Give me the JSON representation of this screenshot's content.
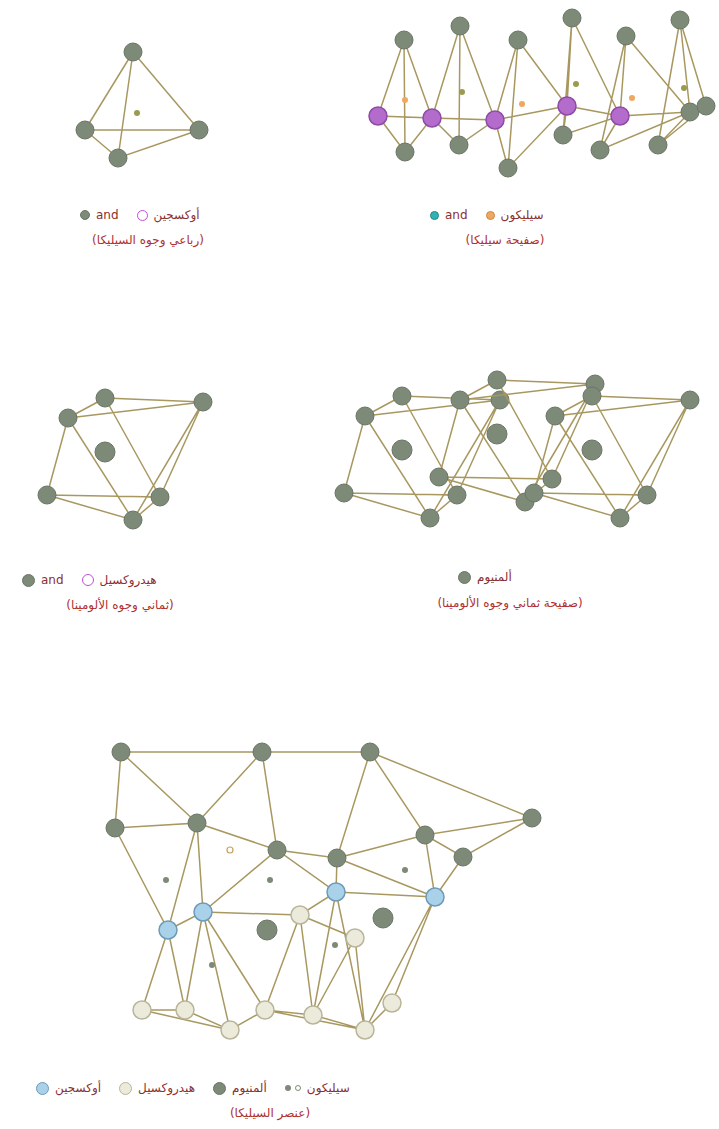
{
  "diagram": {
    "labels": [
      "(رباعي وجوه السيليكا)",
      "(صفيحة سيليكا)",
      "(ثماني وجوه الألومينا)",
      "(صفيحة ثماني وجوه الألومينا)",
      "(عنصر السيليكا)"
    ],
    "legend": [
      {
        "text": "and",
        "color": "#7e8a78"
      },
      {
        "text": "أوكسجين"
      },
      {
        "text": "and",
        "color": "#2fb3b0"
      },
      {
        "text": "سيليكون",
        "color": "#f0a860"
      },
      {
        "text": "and",
        "color": "#7e8a78"
      },
      {
        "text": "هيدروكسيل"
      },
      {
        "text": "ألمنيوم",
        "color": "#7e8a78"
      },
      {
        "text": "أوكسجين",
        "color": "#a9d2ea"
      },
      {
        "text": "هيدروكسيل",
        "color": "#eceada"
      },
      {
        "text": "ألمنيوم",
        "color": "#7e8a78"
      },
      {
        "text": "سيليكون"
      }
    ]
  }
}
